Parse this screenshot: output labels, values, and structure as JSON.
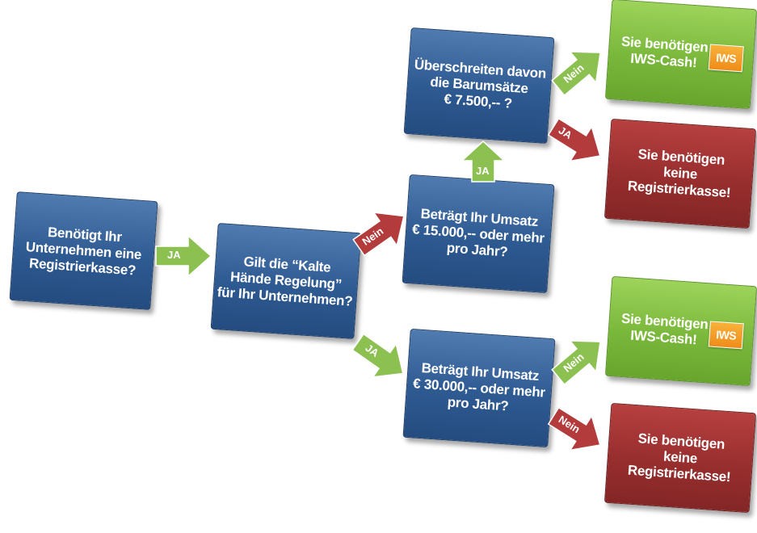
{
  "boxes": {
    "q1": "Benötigt Ihr\nUnternehmen eine\nRegistrierkasse?",
    "q2": "Gilt die “Kalte\nHände Regelung”\nfür Ihr Unternehmen?",
    "q3": "Beträgt Ihr Umsatz\n€ 15.000,-- oder mehr\npro Jahr?",
    "q4": "Überschreiten davon\ndie Barumsätze\n€ 7.500,-- ?",
    "q5": "Beträgt Ihr Umsatz\n€ 30.000,-- oder mehr\npro Jahr?",
    "r1": "Sie benötigen\nIWS-Cash!",
    "r2": "Sie benötigen\nkeine\nRegistrierkasse!",
    "r3": "Sie benötigen\nIWS-Cash!",
    "r4": "Sie benötigen\nkeine\nRegistrierkasse!"
  },
  "arrows": {
    "a1": "JA",
    "a2": "Nein",
    "a3": "JA",
    "a4": "JA",
    "a5": "Nein",
    "a6": "JA",
    "a7": "Nein"
  },
  "logo_text": "IWS",
  "colors": {
    "blue": "#2e5a92",
    "green": "#7ab83c",
    "red": "#982e2e",
    "logo_orange": "#f08c1a"
  }
}
